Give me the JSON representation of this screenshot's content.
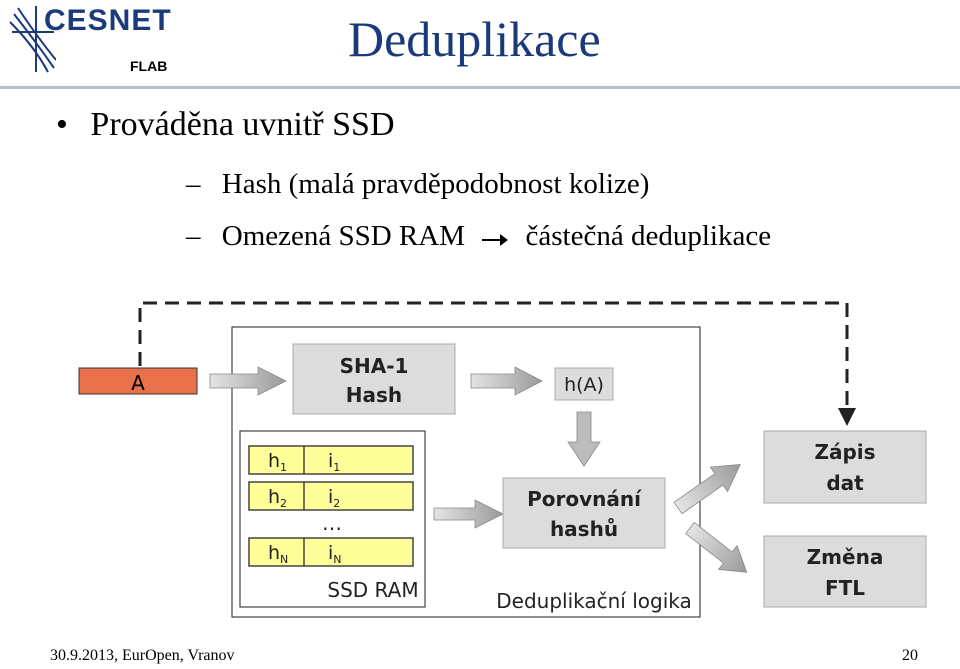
{
  "header": {
    "logo_text": "CESNET",
    "logo_sub": "FLAB",
    "title": "Deduplikace"
  },
  "bullets": {
    "main": "Prováděna uvnitř SSD",
    "sub1": "Hash (malá pravděpodobnost kolize)",
    "sub2_left": "Omezená SSD RAM",
    "sub2_right": "částečná deduplikace",
    "dash": "–"
  },
  "diagram": {
    "input_label": "A",
    "sha_line1": "SHA-1",
    "sha_line2": "Hash",
    "hash_label": "h(A)",
    "ram_rows": [
      {
        "h": "h",
        "h_sub": "1",
        "i": "i",
        "i_sub": "1"
      },
      {
        "h": "h",
        "h_sub": "2",
        "i": "i",
        "i_sub": "2"
      },
      {
        "h": "h",
        "h_sub": "N",
        "i": "i",
        "i_sub": "N"
      }
    ],
    "ellipsis": "…",
    "ram_label": "SSD RAM",
    "compare_line1": "Porovnání",
    "compare_line2": "hashů",
    "logic_label": "Deduplikační logika",
    "write_line1": "Zápis",
    "write_line2": "dat",
    "ftl_line1": "Změna",
    "ftl_line2": "FTL",
    "colors": {
      "input_fill": "#e8704a",
      "box_fill": "#dcdcdc",
      "ram_fill": "#ffff99",
      "arrow_fill": "#bcbcbc"
    }
  },
  "footer": {
    "left": "30.9.2013, EurOpen, Vranov",
    "page": "20"
  }
}
